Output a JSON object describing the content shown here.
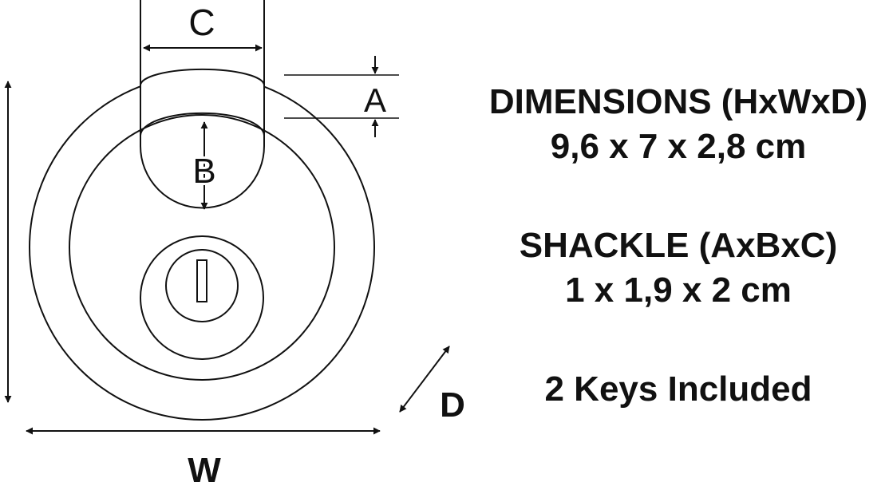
{
  "diagram": {
    "labels": {
      "a": "A",
      "b": "B",
      "c": "C",
      "d": "D",
      "w": "W"
    }
  },
  "specs": {
    "dimensions_heading": "DIMENSIONS (HxWxD)",
    "dimensions_value": "9,6 x 7 x 2,8 cm",
    "shackle_heading": "SHACKLE (AxBxC)",
    "shackle_value": "1 x 1,9 x 2 cm",
    "keys": "2 Keys Included"
  },
  "colors": {
    "line": "#111111",
    "background": "#ffffff"
  }
}
